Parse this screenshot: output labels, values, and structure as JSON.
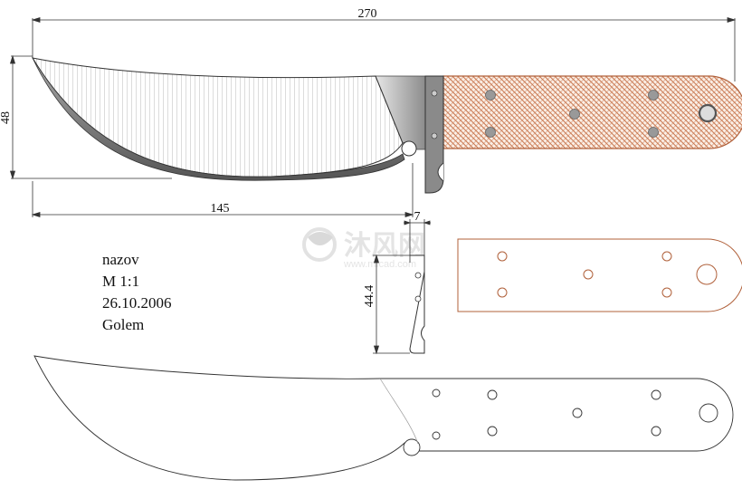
{
  "dimensions": {
    "overall_length": "270",
    "blade_length": "145",
    "blade_height": "48",
    "guard_thickness": "7",
    "guard_height": "44.4"
  },
  "title_block": {
    "name": "nazov",
    "scale": "M 1:1",
    "date": "26.10.2006",
    "author": "Golem"
  },
  "watermark": {
    "brand": "沐风网",
    "url": "www.mfcad.com"
  },
  "colors": {
    "outline": "#222222",
    "dimension": "#333333",
    "steel": "#8a8a8a",
    "hatch": "#9a9a9a",
    "handle_pattern": "#c8764e",
    "handle_outline": "#b0603a",
    "watermark": "#d9d9d9"
  }
}
